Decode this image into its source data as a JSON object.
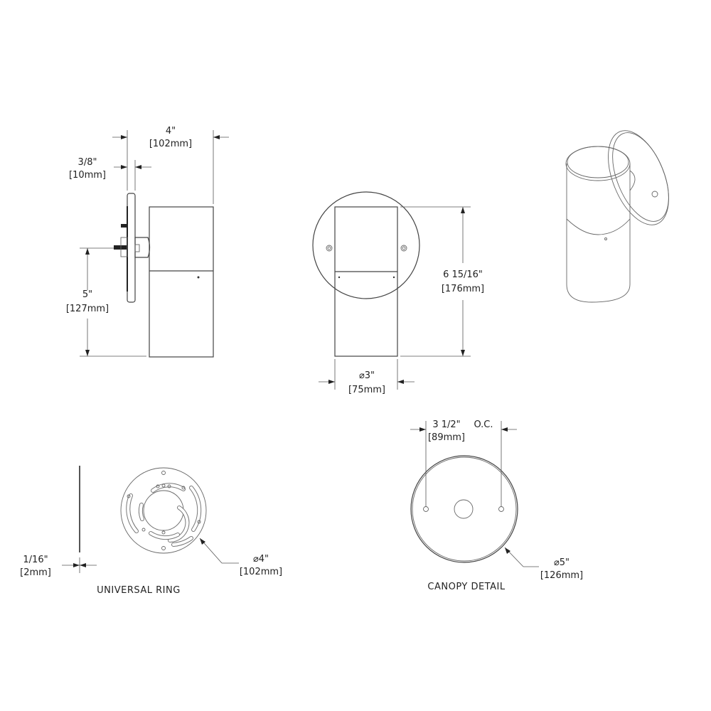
{
  "side_view": {
    "depth_in": "4\"",
    "depth_mm": "[102mm]",
    "plate_in": "3/8\"",
    "plate_mm": "[10mm]",
    "mount_height_in": "5\"",
    "mount_height_mm": "[127mm]"
  },
  "front_view": {
    "height_in": "6 15/16\"",
    "height_mm": "[176mm]",
    "diameter_in": "⌀3\"",
    "diameter_mm": "[75mm]"
  },
  "universal_ring": {
    "title": "UNIVERSAL RING",
    "thickness_in": "1/16\"",
    "thickness_mm": "[2mm]",
    "diameter_in": "⌀4\"",
    "diameter_mm": "[102mm]"
  },
  "canopy_detail": {
    "title": "CANOPY DETAIL",
    "spacing_in": "3 1/2\"",
    "spacing_note": "O.C.",
    "spacing_mm": "[89mm]",
    "diameter_in": "⌀5\"",
    "diameter_mm": "[126mm]"
  }
}
